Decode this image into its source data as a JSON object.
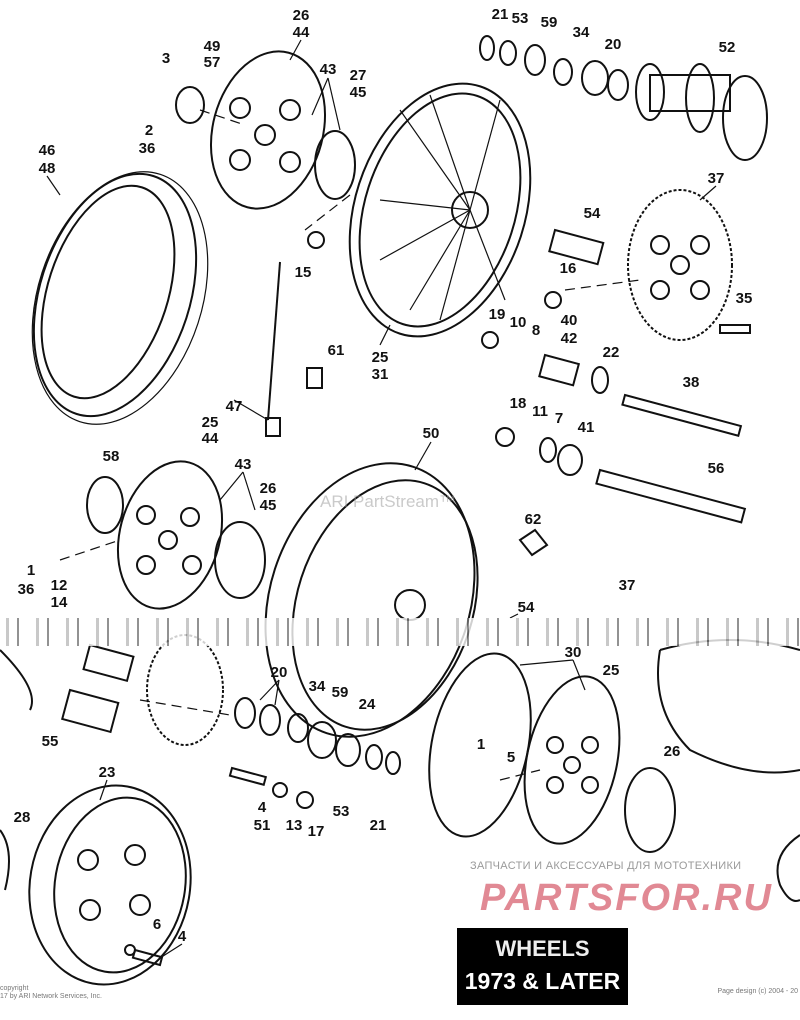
{
  "title_banner": {
    "line1": "WHEELS",
    "line2": "1973 & LATER"
  },
  "watermarks": {
    "top_text": "ЗАПЧАСТИ И АКСЕССУАРЫ ДЛЯ МОТОТЕХНИКИ",
    "site": "PARTSFOR.RU",
    "ari": "ARI PartStream™"
  },
  "footer": {
    "copyright_left_1": "copyright",
    "copyright_left_2": "17 by ARI Network Services, Inc.",
    "copyright_right": "Page design (c) 2004 - 20"
  },
  "callouts": [
    "26",
    "44",
    "21",
    "53",
    "59",
    "34",
    "20",
    "52",
    "3",
    "49",
    "57",
    "43",
    "27",
    "45",
    "2",
    "36",
    "46",
    "48",
    "37",
    "54",
    "16",
    "15",
    "35",
    "19",
    "10",
    "8",
    "40",
    "42",
    "61",
    "22",
    "25",
    "31",
    "38",
    "47",
    "18",
    "11",
    "7",
    "41",
    "25",
    "44",
    "50",
    "58",
    "43",
    "56",
    "26",
    "45",
    "62",
    "1",
    "36",
    "12",
    "14",
    "37",
    "54",
    "30",
    "20",
    "34",
    "59",
    "24",
    "25",
    "55",
    "1",
    "5",
    "26",
    "23",
    "4",
    "51",
    "13",
    "17",
    "53",
    "21",
    "28",
    "6",
    "4"
  ]
}
